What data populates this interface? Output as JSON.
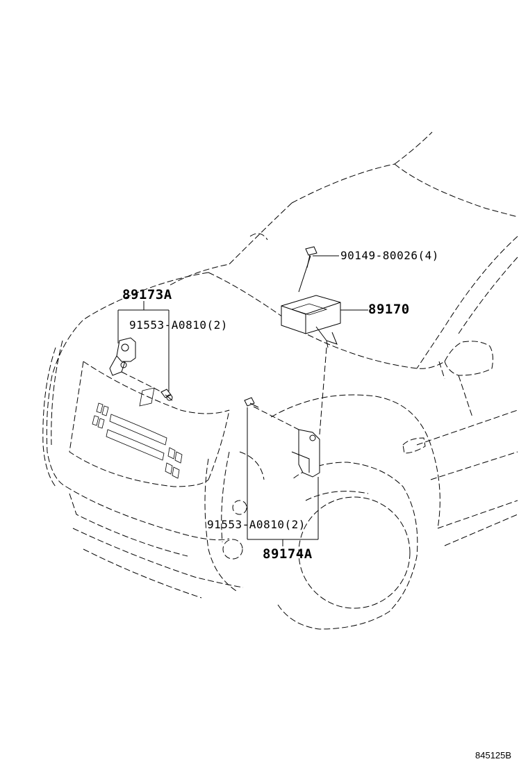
{
  "labels": {
    "sensor_left": "89173A",
    "bolt_left": "91553-A0810(2)",
    "screw_top": "90149-80026(4)",
    "airbag_sensor_center": "89170",
    "bolt_right": "91553-A0810(2)",
    "sensor_right": "89174A",
    "diagram_code": "845125B"
  }
}
